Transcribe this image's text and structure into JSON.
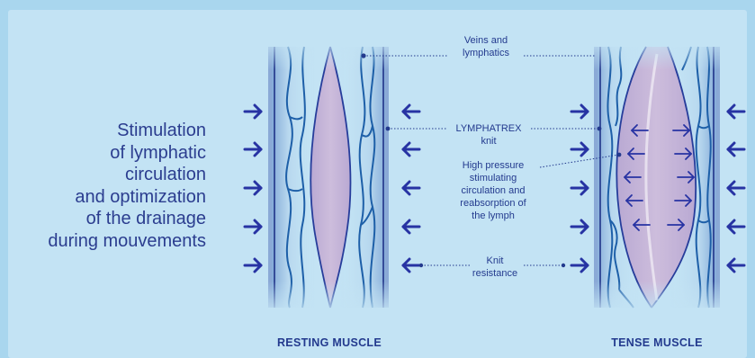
{
  "headline_lines": [
    "Stimulation",
    "of lymphatic",
    "circulation",
    "and optimization",
    "of the drainage",
    "during mouvements"
  ],
  "labels": {
    "veins": [
      "Veins and",
      "lymphatics"
    ],
    "knit": [
      "LYMPHATREX",
      "knit"
    ],
    "pressure": [
      "High pressure",
      "stimulating",
      "circulation and",
      "reabsorption of",
      "the lymph"
    ],
    "resistance": [
      "Knit",
      "resistance"
    ]
  },
  "captions": {
    "resting": "RESTING MUSCLE",
    "tense": "TENSE MUSCLE"
  },
  "colors": {
    "background": "#a9d6ee",
    "panel": "#c3e3f4",
    "arrow": "#2733a3",
    "text": "#2b3d8f",
    "muscle": "#c5b5d6",
    "muscle_outline": "#263d9b",
    "vessel": "#1d5fa8",
    "knit_layer": "#8aa9d6"
  }
}
